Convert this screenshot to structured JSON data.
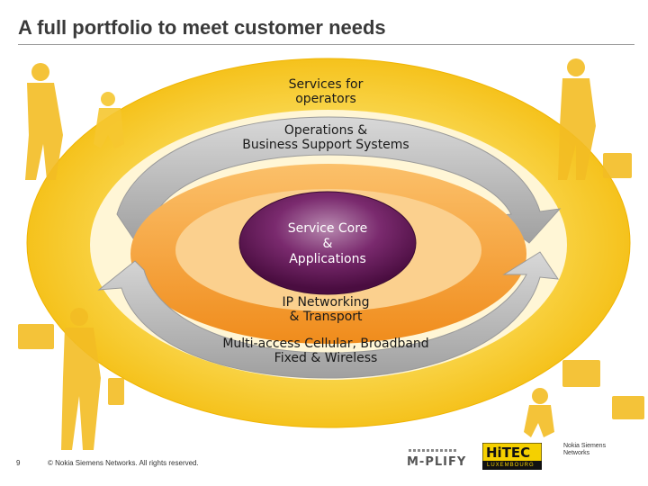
{
  "slide": {
    "title": "A full portfolio to meet customer needs",
    "page_number": "9",
    "copyright": "© Nokia Siemens Networks. All rights reserved."
  },
  "diagram": {
    "services_label_line1": "Services for",
    "services_label_line2": "operators",
    "oss_label_line1": "Operations &",
    "oss_label_line2": "Business Support Systems",
    "core_line1": "Service Core",
    "core_line2": "&",
    "core_line3": "Applications",
    "ip_line1": "IP Networking",
    "ip_line2": "& Transport",
    "access_line1": "Multi-access Cellular, Broadband",
    "access_line2": "Fixed & Wireless"
  },
  "logos": {
    "mplify": "M-PLIFY",
    "hitec": "HiTEC",
    "hitec_sub": "LUXEMBOURG",
    "nsn": "Nokia Siemens Networks"
  },
  "colors": {
    "outer_ring": "#f5c21c",
    "gray_band": "#b4b4b4",
    "orange_band": "#f7a23a",
    "core": "#6a1a5e"
  }
}
